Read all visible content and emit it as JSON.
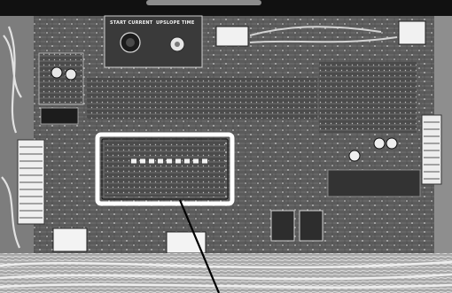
{
  "photo": {
    "subject": "circuit-board-photo",
    "panel_labels": {
      "start_current": "START CURRENT",
      "upslope_time": "UPSLOPE TIME"
    },
    "highlight": {
      "callout": "highlighted-component-area"
    },
    "colors": {
      "board_dark": "#2a2a2a",
      "board_mid": "#6f6f6f",
      "board_light": "#d8d8d8",
      "highlight_frame": "#ffffff",
      "leader_line": "#000000"
    }
  }
}
